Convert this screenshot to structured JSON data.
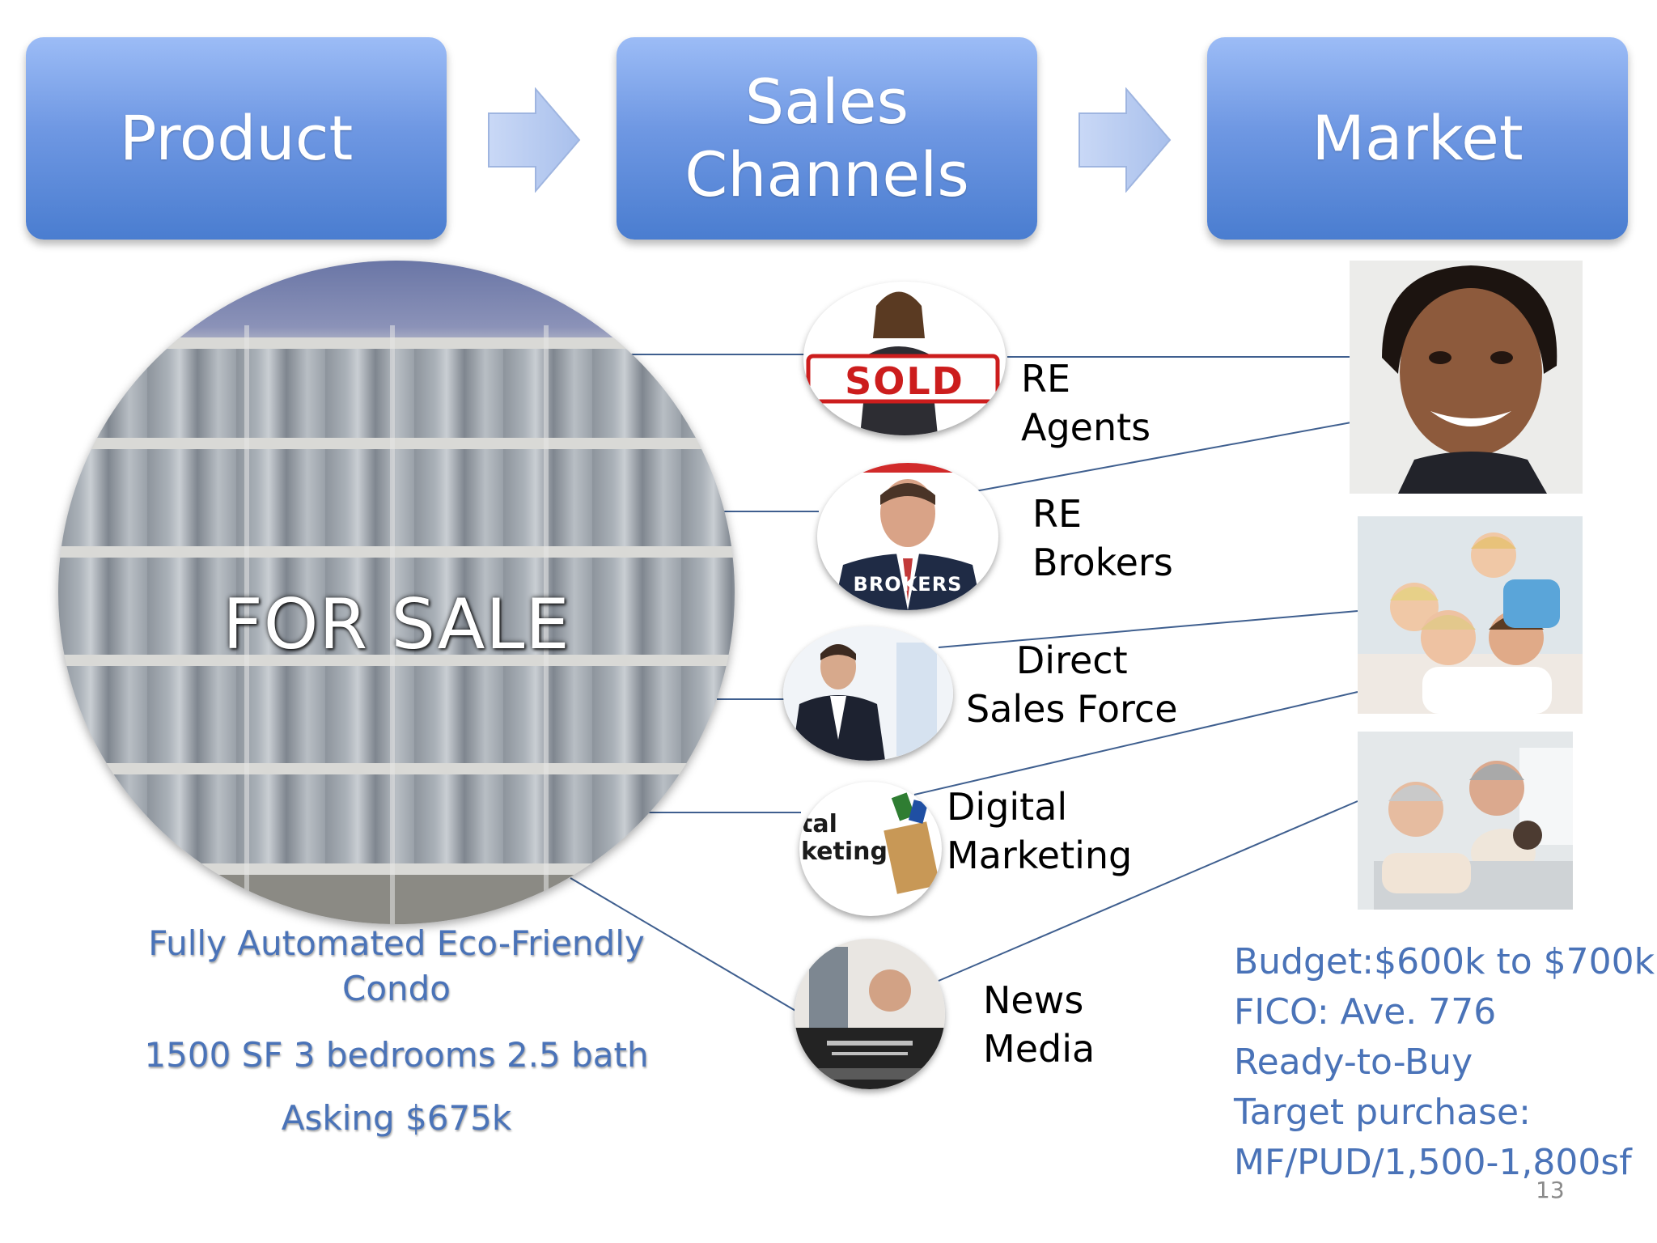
{
  "header": {
    "product": "Product",
    "sales_channels": "Sales\nChannels",
    "market": "Market"
  },
  "product": {
    "overlay": "FOR SALE",
    "description": "Fully Automated Eco-Friendly\nCondo",
    "size": "1500 SF 3 bedrooms 2.5 bath",
    "price": "Asking $675k"
  },
  "channels": [
    {
      "label": "RE\nAgents",
      "image_text": "SOLD"
    },
    {
      "label": "RE\nBrokers",
      "image_text": "BROKERS"
    },
    {
      "label": "Direct\nSales Force"
    },
    {
      "label": "Digital\nMarketing",
      "image_text": "tal\nketing"
    },
    {
      "label": "News\nMedia"
    }
  ],
  "market": {
    "details": [
      "Budget:$600k to $700k",
      "FICO: Ave. 776",
      "Ready-to-Buy",
      "Target purchase:",
      "MF/PUD/1,500-1,800sf"
    ]
  },
  "slide_number": "13",
  "colors": {
    "header_box_top": "#9cbcf6",
    "header_box_bottom": "#4a7dd0",
    "accent_text": "#4a73b8",
    "connector": "#3f5f8f"
  }
}
